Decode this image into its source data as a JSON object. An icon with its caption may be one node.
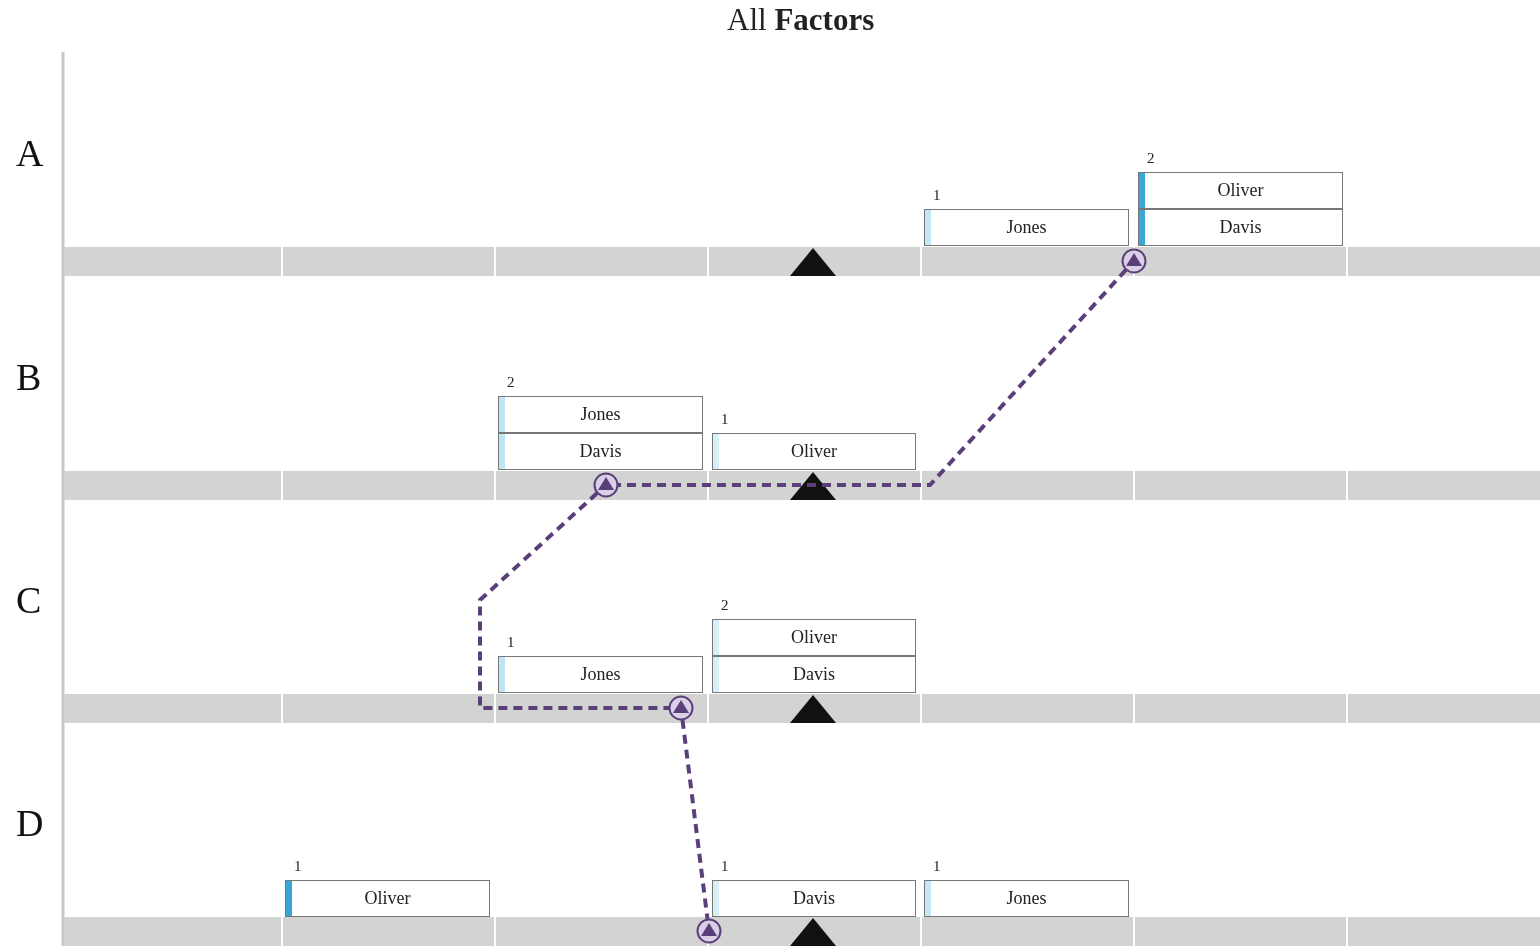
{
  "diagram": {
    "title": "All **Factors**",
    "nodes": [
      {
        "text": [
          "Jones"
        ],
        "beside": [
          "1"
        ]
      },
      {
        "text": [
          "Oliver"
        ],
        "beside": [
          "2"
        ]
      },
      {
        "text": [
          "Davis"
        ]
      },
      {
        "text": [],
        "shape": "circle"
      },
      {
        "text": [
          "Jones"
        ],
        "beside": [
          "2"
        ]
      },
      {
        "text": [
          "Davis"
        ]
      },
      {
        "text": [
          "Oliver"
        ],
        "beside": [
          "1"
        ]
      },
      {
        "text": [],
        "shape": "circle"
      },
      {
        "text": [
          "Oliver"
        ],
        "beside": [
          "2"
        ]
      },
      {
        "text": [
          "Jones"
        ],
        "beside": [
          "1"
        ]
      },
      {
        "text": [
          "Davis"
        ]
      },
      {
        "text": [],
        "shape": "circle"
      },
      {
        "text": [
          "Oliver"
        ],
        "beside": [
          "1"
        ]
      },
      {
        "text": [
          "Davis"
        ],
        "beside": [
          "1"
        ]
      },
      {
        "text": [
          "Jones"
        ],
        "beside": [
          "1"
        ]
      },
      {
        "text": [],
        "shape": "circle"
      }
    ],
    "edges": [
      {
        "from": 3,
        "to": 7,
        "arrow": "none",
        "style": "dashed"
      },
      {
        "from": 7,
        "to": 11,
        "arrow": "none",
        "style": "dashed"
      },
      {
        "from": 11,
        "to": 15,
        "arrow": "none",
        "style": "dashed"
      }
    ],
    "labels": [
      "A",
      "B",
      "C",
      "D"
    ]
  }
}
